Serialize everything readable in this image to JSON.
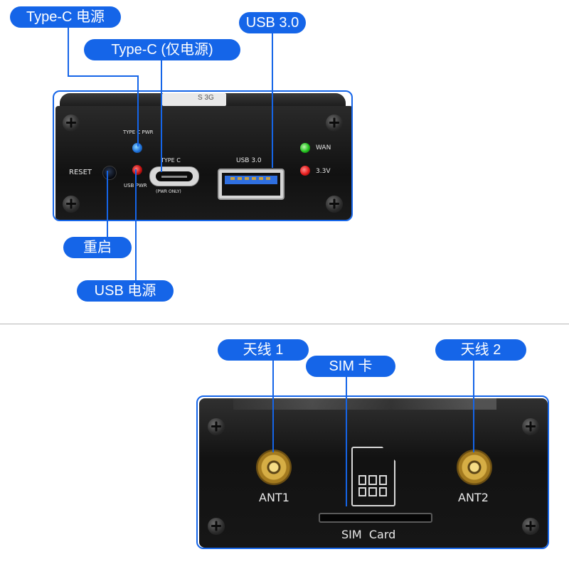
{
  "callouts": {
    "typec_power": "Type-C 电源",
    "typec_power_only": "Type-C (仅电源)",
    "usb3": "USB 3.0",
    "reset": "重启",
    "usb_power": "USB 电源",
    "antenna1": "天线 1",
    "sim_card": "SIM 卡",
    "antenna2": "天线 2"
  },
  "front_panel": {
    "type_c_pwr": "TYPE C PWR",
    "reset": "RESET",
    "usb_pwr": "USB PWR",
    "type_c": "TYPE C",
    "pwr_only": "(PWR ONLY)",
    "usb30": "USB 3.0",
    "wan": "WAN",
    "v33": "3.3V",
    "top_mark": "S 3G"
  },
  "back_panel": {
    "ant1": "ANT1",
    "ant2": "ANT2",
    "sim_card": "SIM  Card"
  },
  "colors": {
    "accent": "#1565e8",
    "led_green": "#22c21e",
    "led_red": "#e51b1b",
    "led_blue": "#2f7bff",
    "usb_blue": "#2f6fe0"
  }
}
